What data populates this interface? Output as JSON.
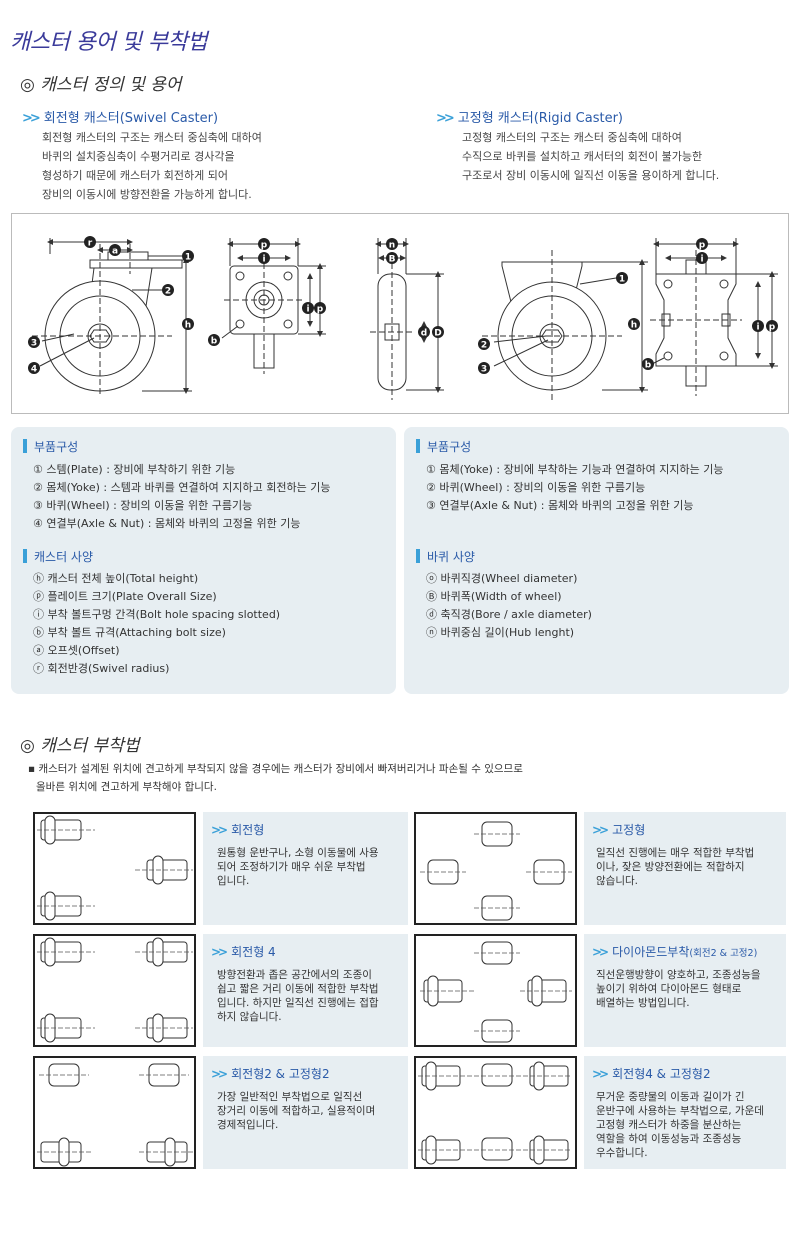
{
  "page": {
    "title": "캐스터 용어 및 부착법"
  },
  "section_terms": {
    "heading": "◎ 캐스터 정의 및 용어",
    "swivel": {
      "heading": "회전형 캐스터(Swivel Caster)",
      "lines": [
        "회전형 캐스터의 구조는 캐스터 중심축에 대하여",
        "바퀴의 설치중심축이 수평거리로 경사각을",
        "형성하기 때문에 캐스터가 회전하게 되어",
        "장비의 이동시에 방향전환을 가능하게 합니다."
      ]
    },
    "rigid": {
      "heading": "고정형 캐스터(Rigid Caster)",
      "lines": [
        "고정형 캐스터의 구조는 캐스터 중심축에 대하여",
        "수직으로 바퀴를 설치하고 캐서터의 회전이 불가능한",
        "구조로서 장비 이동시에 일직선 이동을 용이하게 합니다."
      ]
    }
  },
  "figure_labels": {
    "r": "r",
    "a": "a",
    "p": "p",
    "i": "i",
    "h": "h",
    "b": "b",
    "n": "n",
    "B": "B",
    "d": "d",
    "D": "D",
    "n1": "1",
    "n2": "2",
    "n3": "3",
    "n4": "4"
  },
  "panels": {
    "left": {
      "parts_heading": "부품구성",
      "parts": [
        "① 스템(Plate) : 장비에 부착하기 위한 기능",
        "② 몸체(Yoke) : 스템과 바퀴를 연결하여 지지하고 회전하는 기능",
        "③ 바퀴(Wheel) : 장비의 이동을 위한 구름기능",
        "④ 연결부(Axle & Nut) : 몸체와 바퀴의 고정을 위한 기능"
      ],
      "spec_heading": "캐스터 사양",
      "specs": [
        "ⓗ 캐스터 전체 높이(Total height)",
        "ⓟ 플레이트 크기(Plate Overall Size)",
        "ⓘ 부착 볼트구멍 간격(Bolt hole spacing slotted)",
        "ⓑ 부착 볼트 규격(Attaching bolt size)",
        "ⓐ 오프셋(Offset)",
        "ⓡ 회전반경(Swivel radius)"
      ]
    },
    "right": {
      "parts_heading": "부품구성",
      "parts": [
        "① 몸체(Yoke) : 장비에 부착하는 기능과 연결하여 지지하는 기능",
        "② 바퀴(Wheel) : 장비의 이동을 위한 구름기능",
        "③ 연결부(Axle & Nut) : 몸체와 바퀴의 고정을 위한 기능"
      ],
      "spec_heading": "바퀴 사양",
      "specs": [
        "ⓞ 바퀴직경(Wheel diameter)",
        "Ⓑ 바퀴폭(Width of wheel)",
        "ⓓ 축직경(Bore / axle diameter)",
        "ⓝ 바퀴중심 길이(Hub lenght)"
      ]
    }
  },
  "section_mount": {
    "heading": "◎ 캐스터 부착법",
    "note_lines": [
      "▪ 캐스터가 설계된 위치에 견고하게 부착되지 않을 경우에는 캐스터가 장비에서 빠져버리거나 파손될 수 있으므로",
      "올바른 위치에 견고하게 부착해야 합니다."
    ]
  },
  "methods": [
    {
      "title": "회전형",
      "title_small": "",
      "lines": [
        "원통형 운반구나, 소형 이동물에 사용",
        "되어 조정하기가 매우 쉬운 부착법",
        "입니다."
      ]
    },
    {
      "title": "고정형",
      "title_small": "",
      "lines": [
        "일직선 진행에는 매우 적합한 부착법",
        "이나, 잦은 방양전환에는 적합하지",
        "않습니다."
      ]
    },
    {
      "title": "회전형 4",
      "title_small": "",
      "lines": [
        "방향전환과 좁은 공간에서의 조종이",
        "쉽고 짧은 거리 이동에 적합한 부착법",
        "입니다. 하지만 일직선 진행에는 접합",
        "하지 않습니다."
      ]
    },
    {
      "title": "다이아몬드부착",
      "title_small": "(회전2 & 고정2)",
      "lines": [
        "직선운행방향이 양호하고, 조종성능을",
        "높이기 위하여 다이아몬드 형태로",
        "배열하는 방법입니다."
      ]
    },
    {
      "title": "회전형2 & 고정형2",
      "title_small": "",
      "lines": [
        "가장 일반적인 부착법으로 일직선",
        "장거리 이동에 적합하고, 실용적이며",
        "경제적입니다."
      ]
    },
    {
      "title": "회전형4 & 고정형2",
      "title_small": "",
      "lines": [
        "무거운 중량물의 이동과 길이가 긴",
        "운반구에 사용하는 부착법으로, 가운데",
        "고정형 캐스터가 하중을 분산하는",
        "역할을 하여 이동성능과 조종성능",
        "우수합니다."
      ]
    }
  ],
  "colors": {
    "title": "#3a3a9a",
    "subheading": "#2a5aa8",
    "chevron": "#3aa0d8",
    "panel_bg": "#e7eef2"
  }
}
